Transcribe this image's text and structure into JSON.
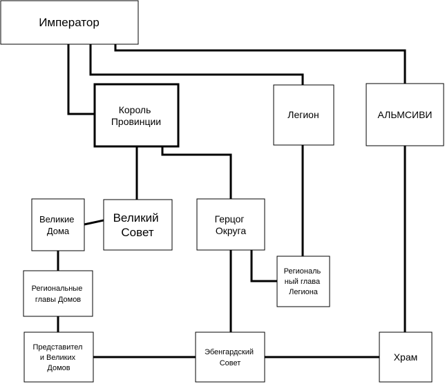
{
  "nodes": {
    "emperor": {
      "lines": [
        "Император"
      ]
    },
    "king": {
      "lines": [
        "Король",
        "Провинции"
      ]
    },
    "legion": {
      "lines": [
        "Легион"
      ]
    },
    "almsivi": {
      "lines": [
        "АЛЬМСИВИ"
      ]
    },
    "great_houses": {
      "lines": [
        "Великие",
        "Дома"
      ]
    },
    "great_council": {
      "lines": [
        "Великий",
        "Совет"
      ]
    },
    "duke": {
      "lines": [
        "Герцог",
        "Округа"
      ]
    },
    "regional_legion_head": {
      "lines": [
        "Региональ",
        "ный глава",
        "Легиона"
      ]
    },
    "regional_house_heads": {
      "lines": [
        "Региональные",
        "главы Домов"
      ]
    },
    "house_representatives": {
      "lines": [
        "Представител",
        "и Великих",
        "Домов"
      ]
    },
    "ebonheart_council": {
      "lines": [
        "Эбенгардский",
        "Совет"
      ]
    },
    "temple": {
      "lines": [
        "Храм"
      ]
    }
  }
}
